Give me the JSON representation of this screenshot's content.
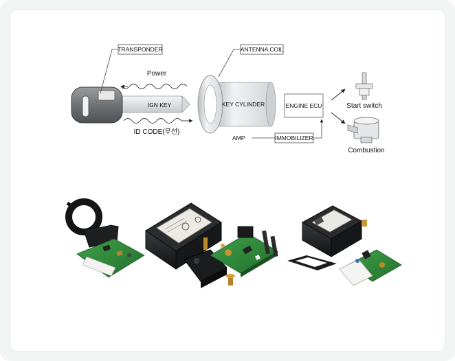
{
  "labels": {
    "transponder": "TRANSPONDER",
    "antenna_coil": "ANTENNA COIL",
    "power": "Power",
    "ign_key": "IGN KEY",
    "id_code": "ID CODE(무선)",
    "key_cylinder": "KEY CYLINDER",
    "engine_ecu": "ENGINE ECU",
    "amp": "AMP",
    "immobilizer": "IMMOBILIZER",
    "start_switch": "Start switch",
    "combustion": "Combustion"
  },
  "colors": {
    "frame_bg": "#f1f6f5",
    "key_body": "#6f7274",
    "cylinder": "#e2e4e6",
    "pcb_green": "#2f8a3a",
    "module_black": "#1c1d1f"
  }
}
